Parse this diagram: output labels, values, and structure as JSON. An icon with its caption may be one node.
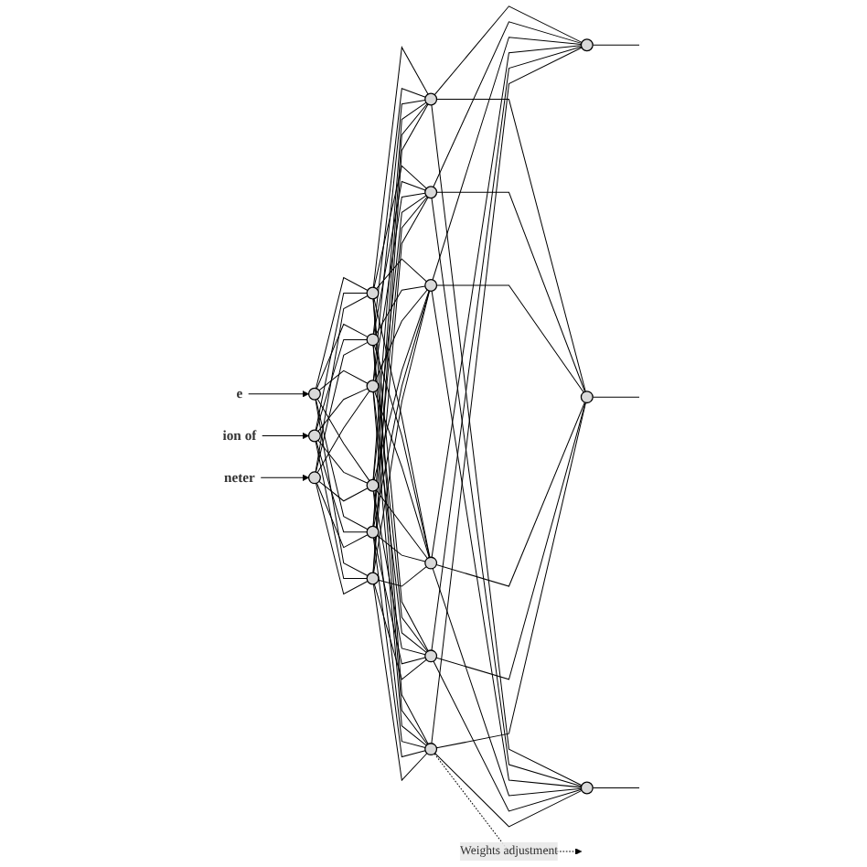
{
  "diagram": {
    "nodes": [
      {
        "text": [
          "e"
        ]
      },
      {
        "text": [
          "ion of"
        ]
      },
      {
        "text": [
          "neter"
        ]
      },
      {
        "text": [],
        "shape": "circle"
      },
      {
        "text": [],
        "shape": "circle"
      },
      {
        "text": [],
        "shape": "circle"
      },
      {
        "text": [],
        "shape": "circle"
      },
      {
        "text": [],
        "shape": "circle"
      },
      {
        "text": [],
        "shape": "circle"
      },
      {
        "text": [],
        "shape": "circle"
      },
      {
        "text": [],
        "shape": "circle"
      },
      {
        "text": [],
        "shape": "circle"
      },
      {
        "text": [],
        "shape": "circle"
      },
      {
        "text": [],
        "shape": "circle"
      },
      {
        "text": [],
        "shape": "circle"
      },
      {
        "text": [],
        "shape": "circle"
      },
      {
        "text": [],
        "shape": "circle"
      },
      {
        "text": [],
        "shape": "circle"
      },
      {
        "text": [],
        "shape": "circle"
      },
      {
        "text": [],
        "shape": "circle"
      },
      {
        "text": [],
        "shape": "circle"
      }
    ],
    "edges": [
      {
        "from": 0,
        "to": 3,
        "arrow": "to"
      },
      {
        "from": 1,
        "to": 4,
        "arrow": "to"
      },
      {
        "from": 2,
        "to": 5,
        "arrow": "to"
      },
      {
        "from": 3,
        "to": 6,
        "arrow": "none"
      },
      {
        "from": 3,
        "to": 7,
        "arrow": "none"
      },
      {
        "from": 3,
        "to": 8,
        "arrow": "none"
      },
      {
        "from": 3,
        "to": 9,
        "arrow": "none"
      },
      {
        "from": 3,
        "to": 10,
        "arrow": "none"
      },
      {
        "from": 3,
        "to": 11,
        "arrow": "none"
      },
      {
        "from": 4,
        "to": 6,
        "arrow": "none"
      },
      {
        "from": 4,
        "to": 7,
        "arrow": "none"
      },
      {
        "from": 4,
        "to": 8,
        "arrow": "none"
      },
      {
        "from": 4,
        "to": 9,
        "arrow": "none"
      },
      {
        "from": 4,
        "to": 10,
        "arrow": "none"
      },
      {
        "from": 4,
        "to": 11,
        "arrow": "none"
      },
      {
        "from": 5,
        "to": 6,
        "arrow": "none"
      },
      {
        "from": 5,
        "to": 7,
        "arrow": "none"
      },
      {
        "from": 5,
        "to": 8,
        "arrow": "none"
      },
      {
        "from": 5,
        "to": 9,
        "arrow": "none"
      },
      {
        "from": 5,
        "to": 10,
        "arrow": "none"
      },
      {
        "from": 5,
        "to": 11,
        "arrow": "none"
      },
      {
        "from": 6,
        "to": 12,
        "arrow": "none"
      },
      {
        "from": 6,
        "to": 13,
        "arrow": "none"
      },
      {
        "from": 6,
        "to": 14,
        "arrow": "none"
      },
      {
        "from": 6,
        "to": 15,
        "arrow": "none"
      },
      {
        "from": 6,
        "to": 16,
        "arrow": "none"
      },
      {
        "from": 6,
        "to": 17,
        "arrow": "none"
      },
      {
        "from": 7,
        "to": 12,
        "arrow": "none"
      },
      {
        "from": 7,
        "to": 13,
        "arrow": "none"
      },
      {
        "from": 7,
        "to": 14,
        "arrow": "none"
      },
      {
        "from": 7,
        "to": 15,
        "arrow": "none"
      },
      {
        "from": 7,
        "to": 16,
        "arrow": "none"
      },
      {
        "from": 7,
        "to": 17,
        "arrow": "none"
      },
      {
        "from": 8,
        "to": 12,
        "arrow": "none"
      },
      {
        "from": 8,
        "to": 13,
        "arrow": "none"
      },
      {
        "from": 8,
        "to": 14,
        "arrow": "none"
      },
      {
        "from": 8,
        "to": 15,
        "arrow": "none"
      },
      {
        "from": 8,
        "to": 16,
        "arrow": "none"
      },
      {
        "from": 8,
        "to": 17,
        "arrow": "none"
      },
      {
        "from": 9,
        "to": 12,
        "arrow": "none"
      },
      {
        "from": 9,
        "to": 13,
        "arrow": "none"
      },
      {
        "from": 9,
        "to": 14,
        "arrow": "none"
      },
      {
        "from": 9,
        "to": 15,
        "arrow": "none"
      },
      {
        "from": 9,
        "to": 16,
        "arrow": "none"
      },
      {
        "from": 9,
        "to": 17,
        "arrow": "none"
      },
      {
        "from": 10,
        "to": 12,
        "arrow": "none"
      },
      {
        "from": 10,
        "to": 13,
        "arrow": "none"
      },
      {
        "from": 10,
        "to": 14,
        "arrow": "none"
      },
      {
        "from": 10,
        "to": 15,
        "arrow": "none"
      },
      {
        "from": 10,
        "to": 16,
        "arrow": "none"
      },
      {
        "from": 10,
        "to": 17,
        "arrow": "none"
      },
      {
        "from": 11,
        "to": 12,
        "arrow": "none"
      },
      {
        "from": 11,
        "to": 13,
        "arrow": "none"
      },
      {
        "from": 11,
        "to": 14,
        "arrow": "none"
      },
      {
        "from": 11,
        "to": 15,
        "arrow": "none"
      },
      {
        "from": 11,
        "to": 16,
        "arrow": "none"
      },
      {
        "from": 11,
        "to": 17,
        "arrow": "none"
      },
      {
        "from": 12,
        "to": 18,
        "arrow": "none"
      },
      {
        "from": 12,
        "to": 19,
        "arrow": "none"
      },
      {
        "from": 12,
        "to": 20,
        "arrow": "none"
      },
      {
        "from": 13,
        "to": 18,
        "arrow": "none"
      },
      {
        "from": 13,
        "to": 19,
        "arrow": "none"
      },
      {
        "from": 13,
        "to": 20,
        "arrow": "none"
      },
      {
        "from": 14,
        "to": 18,
        "arrow": "none"
      },
      {
        "from": 14,
        "to": 19,
        "arrow": "none"
      },
      {
        "from": 14,
        "to": 20,
        "arrow": "none"
      },
      {
        "from": 15,
        "to": 18,
        "arrow": "none"
      },
      {
        "from": 15,
        "to": 19,
        "arrow": "none"
      },
      {
        "from": 15,
        "to": 20,
        "arrow": "none"
      },
      {
        "from": 16,
        "to": 18,
        "arrow": "none"
      },
      {
        "from": 16,
        "to": 19,
        "arrow": "none"
      },
      {
        "from": 16,
        "to": 20,
        "arrow": "none"
      },
      {
        "from": 17,
        "to": 18,
        "arrow": "none"
      },
      {
        "from": 17,
        "to": 19,
        "arrow": "none"
      },
      {
        "from": 17,
        "to": 20,
        "arrow": "none"
      },
      {
        "from": 18,
        "to": null,
        "arrow": "none"
      },
      {
        "from": 19,
        "to": null,
        "arrow": "none"
      },
      {
        "from": 20,
        "to": null,
        "arrow": "none"
      },
      {
        "from": 17,
        "to": null,
        "arrow": "to",
        "style": "dashed",
        "label": "Weights adjustment"
      }
    ]
  }
}
